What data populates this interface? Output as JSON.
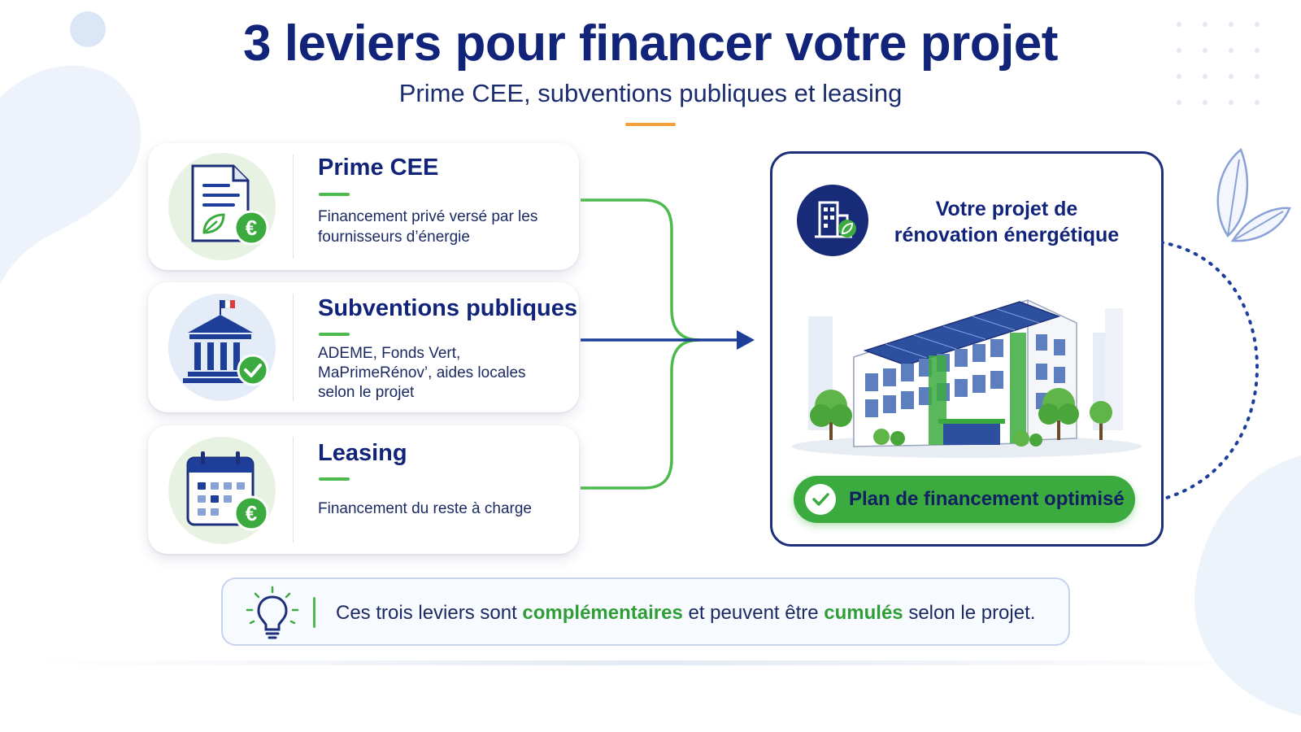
{
  "header": {
    "title": "3 leviers pour financer votre projet",
    "subtitle": "Prime CEE, subventions publiques et leasing"
  },
  "levers": [
    {
      "icon": "document-euro-icon",
      "title": "Prime CEE",
      "description": "Financement privé versé par les fournisseurs d’énergie"
    },
    {
      "icon": "government-building-icon",
      "title": "Subventions publiques",
      "description": "ADEME, Fonds Vert, MaPrimeRénov’, aides locales selon le projet"
    },
    {
      "icon": "calendar-euro-icon",
      "title": "Leasing",
      "description": "Financement du reste à charge"
    }
  ],
  "project": {
    "icon": "eco-building-icon",
    "title_line1": "Votre projet de",
    "title_line2": "rénovation énergétique",
    "illustration": "building-with-solar-panels",
    "button_label": "Plan de financement optimisé"
  },
  "note": {
    "icon": "lightbulb-icon",
    "text_part1": "Ces trois leviers sont ",
    "highlight1": "complémentaires",
    "text_part2": " et peuvent être ",
    "highlight2": "cumulés",
    "text_part3": " selon le projet."
  },
  "colors": {
    "navy": "#11247a",
    "green": "#3cab3f",
    "accent_orange": "#f29f3b",
    "connector_blue": "#1d3f9a"
  }
}
